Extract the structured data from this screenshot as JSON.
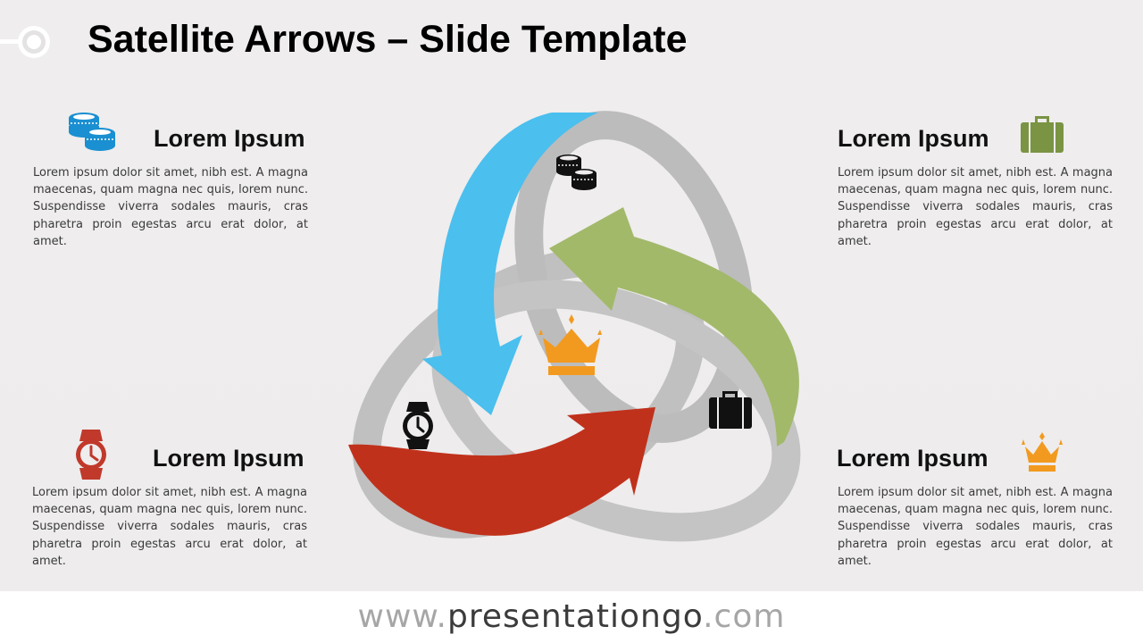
{
  "title": "Satellite Arrows – Slide Template",
  "footer": {
    "prefix": "www.",
    "brand": "presentationgo",
    "suffix": ".com"
  },
  "blocks": [
    {
      "id": "top-left",
      "heading": "Lorem Ipsum",
      "body": "Lorem ipsum dolor sit amet, nibh est. A magna maecenas, quam magna nec quis, lorem nunc. Suspendisse viverra sodales mauris, cras pharetra proin egestas arcu erat dolor, at amet.",
      "icon": "coins-icon",
      "icon_color": "#1a8fd1"
    },
    {
      "id": "top-right",
      "heading": "Lorem Ipsum",
      "body": "Lorem ipsum dolor sit amet, nibh est. A magna maecenas, quam magna nec quis, lorem nunc. Suspendisse viverra sodales mauris, cras pharetra proin egestas arcu erat dolor, at amet.",
      "icon": "briefcase-icon",
      "icon_color": "#7a9443"
    },
    {
      "id": "bottom-left",
      "heading": "Lorem Ipsum",
      "body": "Lorem ipsum dolor sit amet, nibh est. A magna maecenas, quam magna nec quis, lorem nunc. Suspendisse viverra sodales mauris, cras pharetra proin egestas arcu erat dolor, at amet.",
      "icon": "watch-icon",
      "icon_color": "#c0392b"
    },
    {
      "id": "bottom-right",
      "heading": "Lorem Ipsum",
      "body": "Lorem ipsum dolor sit amet, nibh est. A magna maecenas, quam magna nec quis, lorem nunc. Suspendisse viverra sodales mauris, cras pharetra proin egestas arcu erat dolor, at amet.",
      "icon": "crown-icon",
      "icon_color": "#f29a1f"
    }
  ],
  "diagram": {
    "arrows": [
      {
        "name": "blue-arrow",
        "color": "#4bbfee"
      },
      {
        "name": "green-arrow",
        "color": "#a2b96a"
      },
      {
        "name": "red-arrow",
        "color": "#c0311b"
      }
    ],
    "ring_color": "#c0c0c0",
    "center_icons": [
      {
        "icon": "coins-icon",
        "color": "#111111"
      },
      {
        "icon": "crown-icon",
        "color": "#f29a1f"
      },
      {
        "icon": "watch-icon",
        "color": "#111111"
      },
      {
        "icon": "briefcase-icon",
        "color": "#111111"
      }
    ]
  }
}
